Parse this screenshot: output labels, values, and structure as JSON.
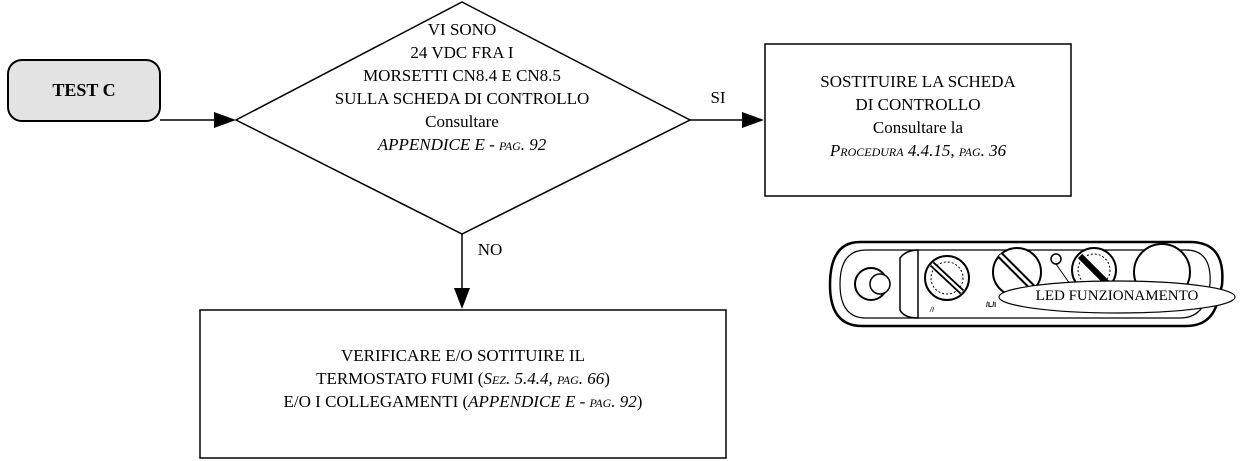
{
  "start_node": {
    "label": "TEST C"
  },
  "decision": {
    "lines": [
      "VI SONO",
      "24 VDC FRA I",
      "MORSETTI CN8.4 E CN8.5",
      "SULLA SCHEDA DI CONTROLLO",
      "Consultare"
    ],
    "ref_main": "APPENDICE E - ",
    "ref_page": "pag. 92"
  },
  "yes_branch": {
    "label": "SI",
    "lines": [
      "SOSTITUIRE LA SCHEDA",
      "DI CONTROLLO",
      "Consultare la"
    ],
    "ref": "Procedura 4.4.15, pag. 36"
  },
  "no_branch": {
    "label": "NO",
    "line1": "VERIFICARE E/O SOTITUIRE IL",
    "line2_pre": "TERMOSTATO FUMI (",
    "line2_ref": "Sez. 5.4.4, pag. 66",
    "line2_post": ")",
    "line3_pre": "E/O I COLLEGAMENTI (",
    "line3_ref_main": "APPENDICE E - ",
    "line3_ref_page": "pag. 92",
    "line3_post": ")"
  },
  "panel": {
    "callout": "LED FUNZIONAMENTO"
  }
}
